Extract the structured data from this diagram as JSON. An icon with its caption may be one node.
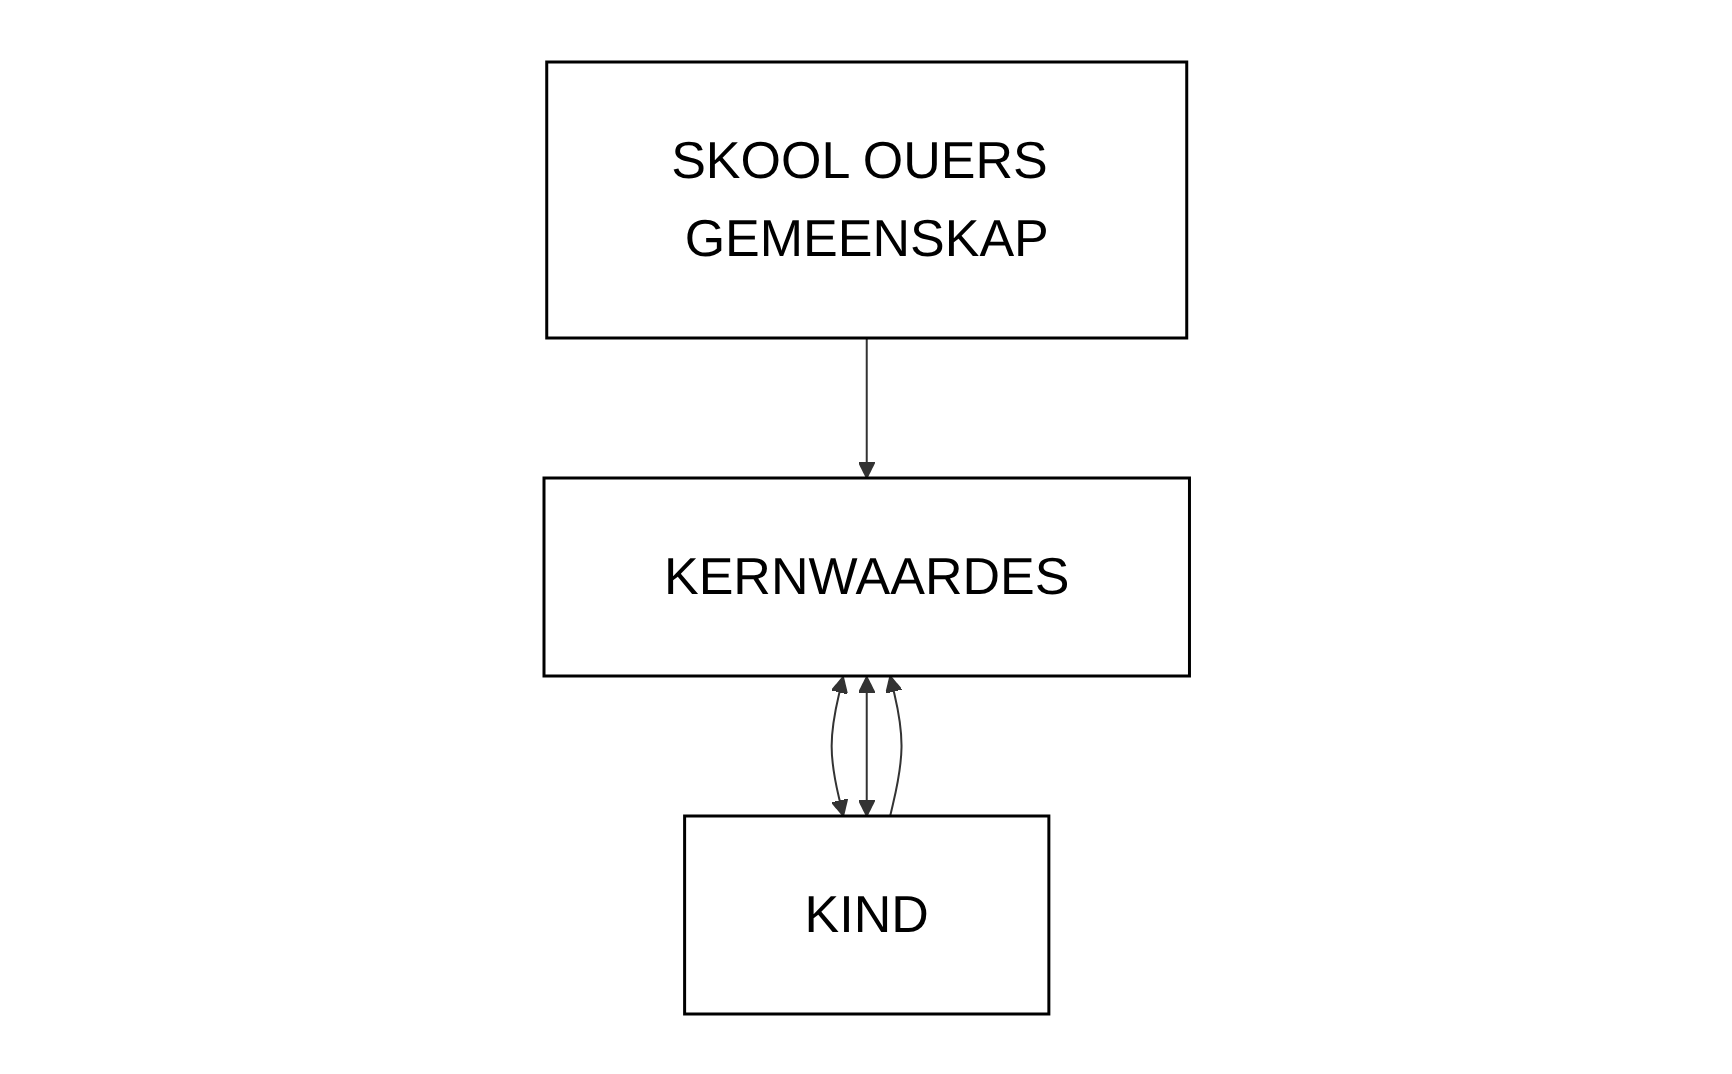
{
  "diagram": {
    "nodes": [
      {
        "text": [
          "SKOOL OUERS GEMEENSKAP"
        ]
      },
      {
        "text": [
          "KERNWAARDES"
        ]
      },
      {
        "text": [
          "KIND"
        ]
      }
    ],
    "edges": [
      {
        "from": 0,
        "to": 1,
        "arrow": "to"
      },
      {
        "from": 1,
        "to": 2,
        "arrow": "both"
      },
      {
        "from": 2,
        "to": 1,
        "arrow": "to"
      },
      {
        "from": 1,
        "to": 2,
        "arrow": "both"
      }
    ]
  }
}
